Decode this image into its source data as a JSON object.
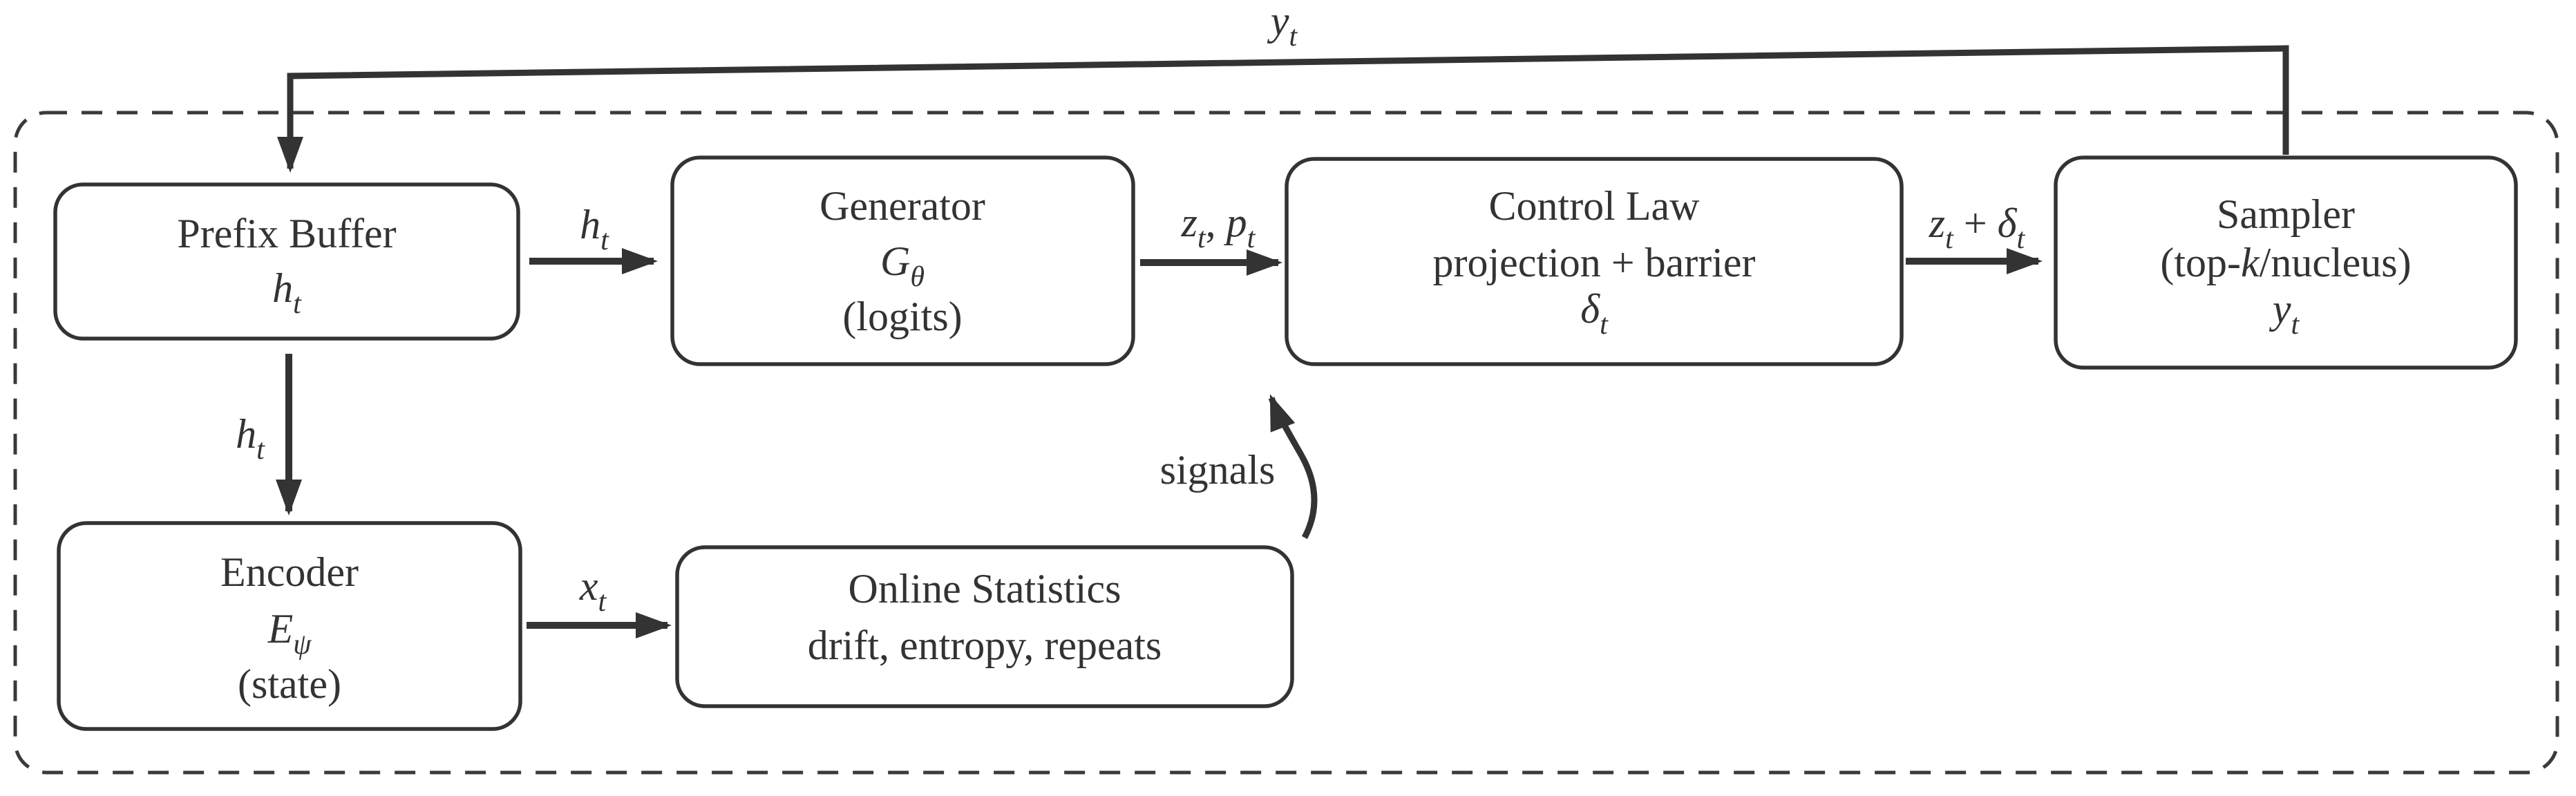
{
  "diagram": {
    "colors": {
      "line": "#333333",
      "text": "#333333",
      "background": "#ffffff"
    },
    "boxes": {
      "prefix_buffer": {
        "title": "Prefix Buffer",
        "var_base": "h",
        "var_sub": "t"
      },
      "generator": {
        "title": "Generator",
        "var_base": "G",
        "var_sub": "θ",
        "note": "(logits)"
      },
      "control_law": {
        "title": "Control Law",
        "method": "projection + barrier",
        "var_base": "δ",
        "var_sub": "t"
      },
      "sampler": {
        "title": "Sampler",
        "note_pre": "(top-",
        "note_k": "k",
        "note_post": "/nucleus)",
        "var_base": "y",
        "var_sub": "t"
      },
      "encoder": {
        "title": "Encoder",
        "var_base": "E",
        "var_sub": "ψ",
        "note": "(state)"
      },
      "online_statistics": {
        "title": "Online Statistics",
        "detail": "drift, entropy, repeats"
      }
    },
    "edge_labels": {
      "feedback_yt": {
        "base": "y",
        "sub": "t"
      },
      "prefix_to_generator_ht": {
        "base": "h",
        "sub": "t"
      },
      "prefix_to_encoder_ht": {
        "base": "h",
        "sub": "t"
      },
      "encoder_to_stats_xt": {
        "base": "x",
        "sub": "t"
      },
      "generator_to_control": {
        "part1": "z",
        "sub1": "t",
        "mid": ", ",
        "part2": "p",
        "sub2": "t"
      },
      "control_to_sampler": {
        "part1": "z",
        "sub1": "t",
        "mid": " + ",
        "part2": "δ",
        "sub2": "t"
      },
      "stats_to_control": {
        "label": "signals"
      }
    }
  }
}
